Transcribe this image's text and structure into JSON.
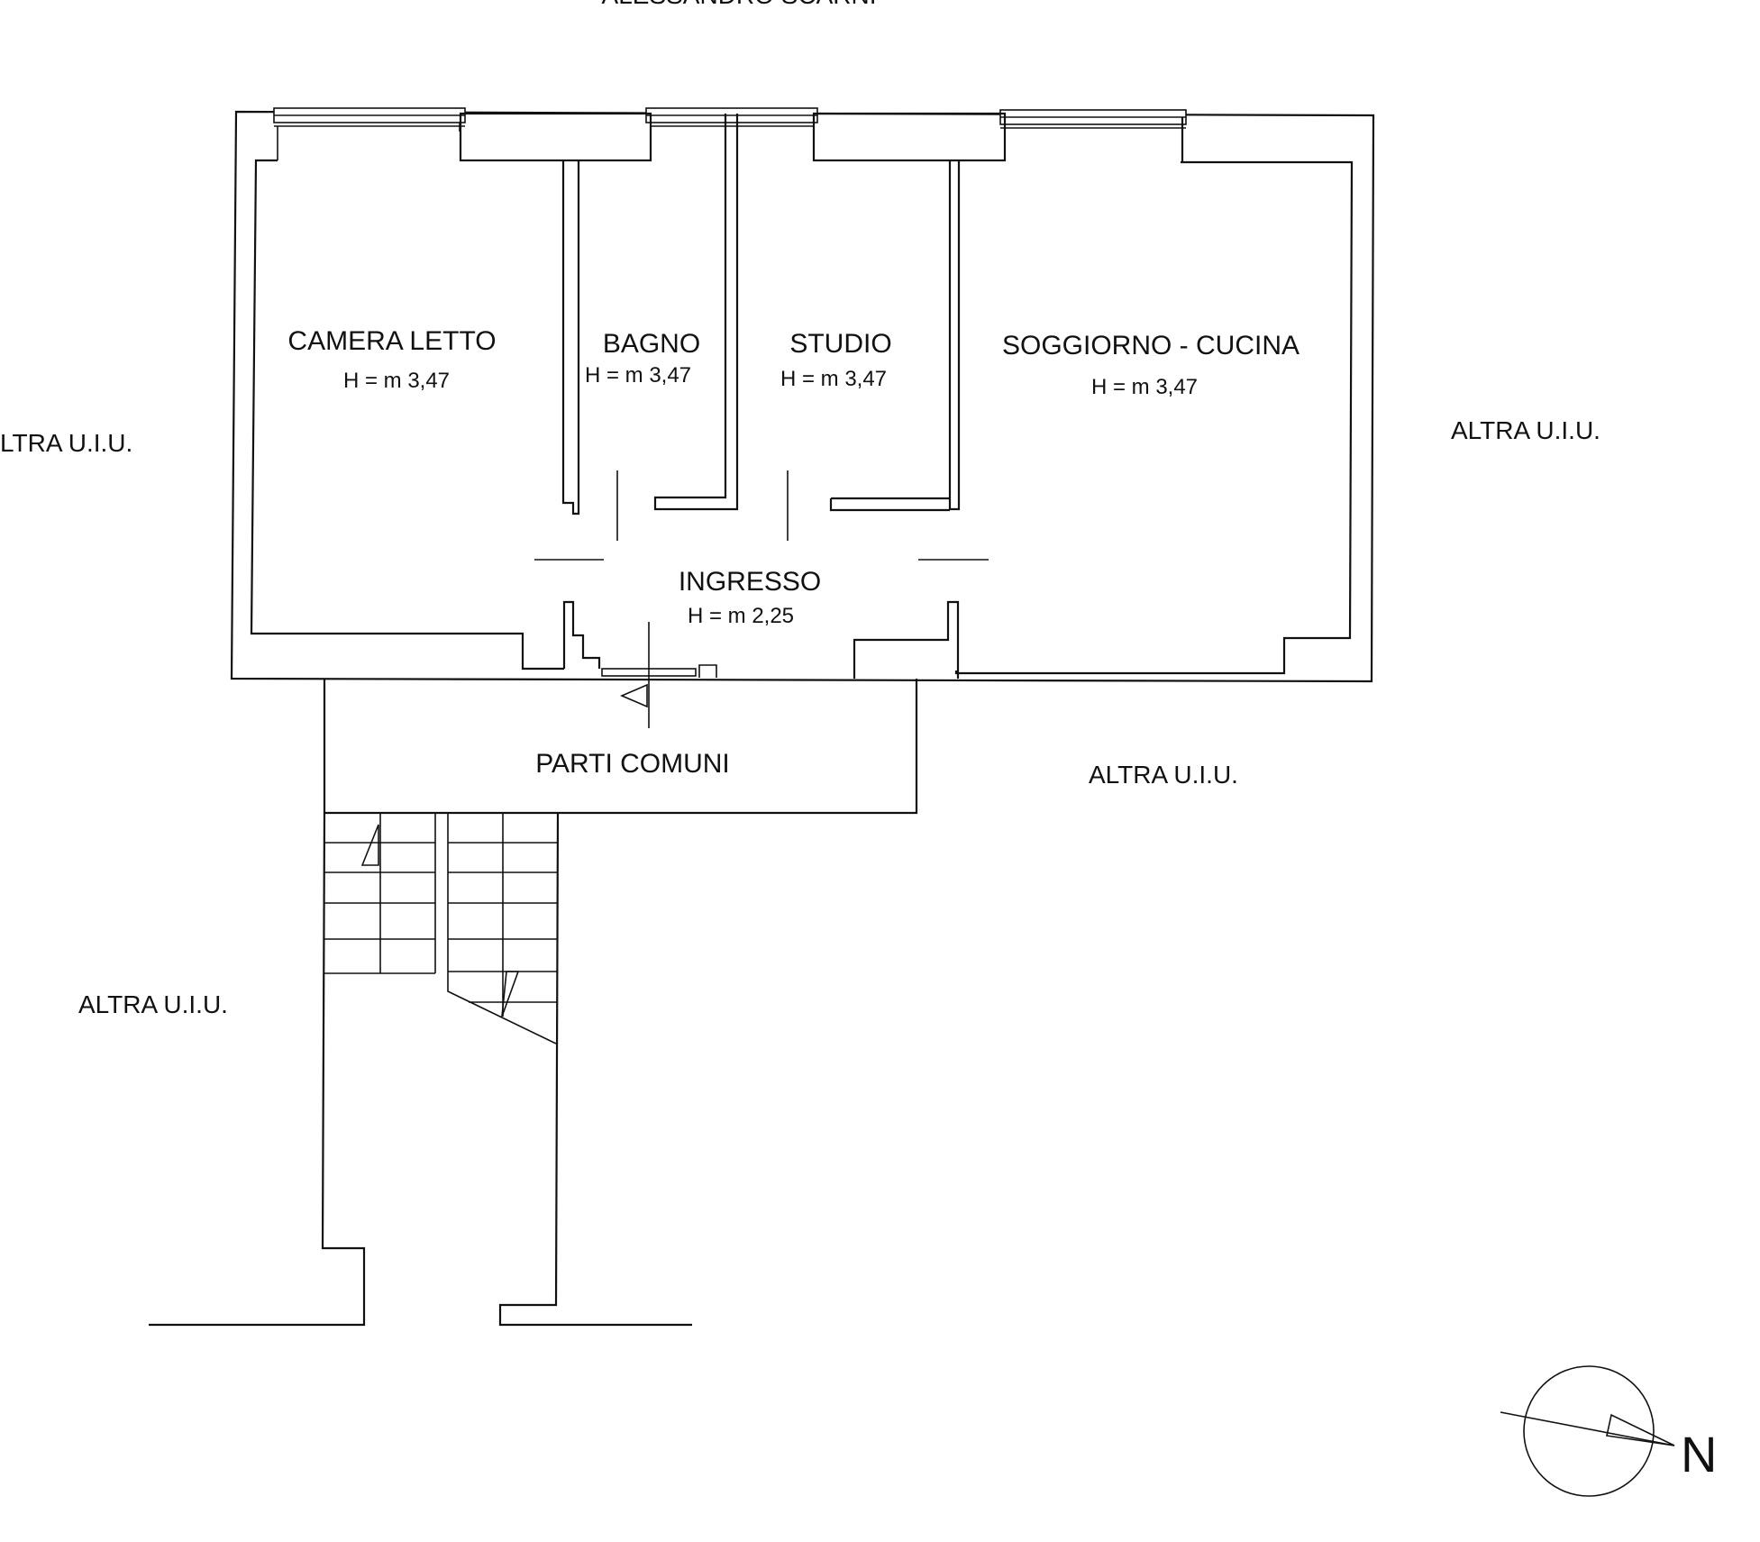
{
  "plan": {
    "top_caption": "ALESSANDRO SCARNI",
    "rooms": [
      {
        "id": "camera-letto",
        "name": "CAMERA LETTO",
        "height": "H = m 3,47"
      },
      {
        "id": "bagno",
        "name": "BAGNO",
        "height": "H = m 3,47"
      },
      {
        "id": "studio",
        "name": "STUDIO",
        "height": "H = m 3,47"
      },
      {
        "id": "soggiorno-cucina",
        "name": "SOGGIORNO - CUCINA",
        "height": "H = m 3,47"
      },
      {
        "id": "ingresso",
        "name": "INGRESSO",
        "height": "H = m 2,25"
      }
    ],
    "common_area": "PARTI COMUNI",
    "neighbours": {
      "west": "LTRA U.I.U.",
      "east": "ALTRA U.I.U.",
      "south_east": "ALTRA U.I.U.",
      "south_west": "ALTRA U.I.U."
    },
    "compass": {
      "label": "N"
    }
  }
}
